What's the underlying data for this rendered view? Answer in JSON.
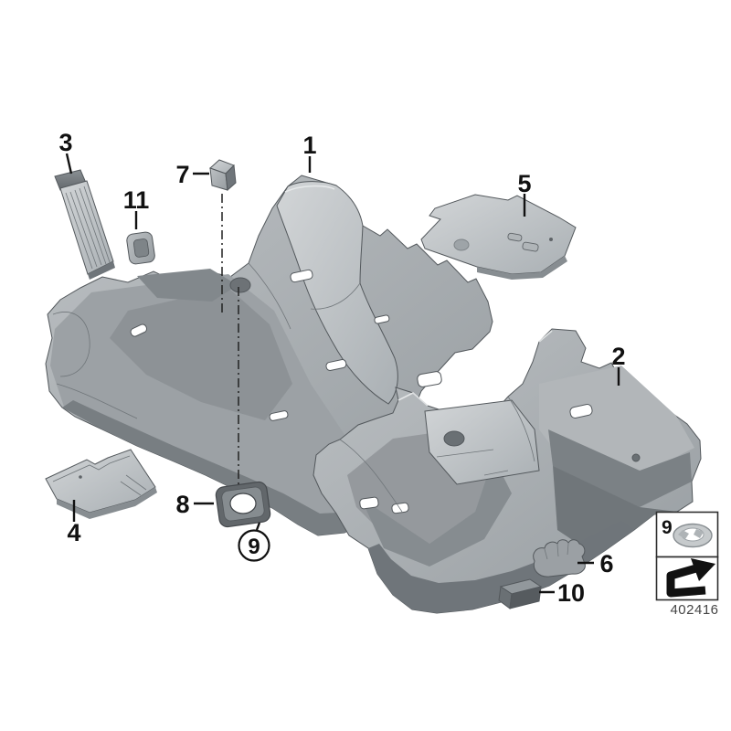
{
  "figure": {
    "background": "#ffffff",
    "kind": "exploded-parts-diagram"
  },
  "callouts": {
    "c1": "1",
    "c2": "2",
    "c3": "3",
    "c4": "4",
    "c5": "5",
    "c6": "6",
    "c7": "7",
    "c8": "8",
    "c9_circled": "9",
    "c10": "10",
    "c11": "11"
  },
  "legend": {
    "item_ref": "9",
    "doc_number": "402416"
  },
  "colors": {
    "part_light": "#c8cbcd",
    "part_mid": "#aaafb3",
    "part_shadow": "#8d9296",
    "part_dark": "#5f6468",
    "outline": "#53585c",
    "label_text": "#111111"
  }
}
